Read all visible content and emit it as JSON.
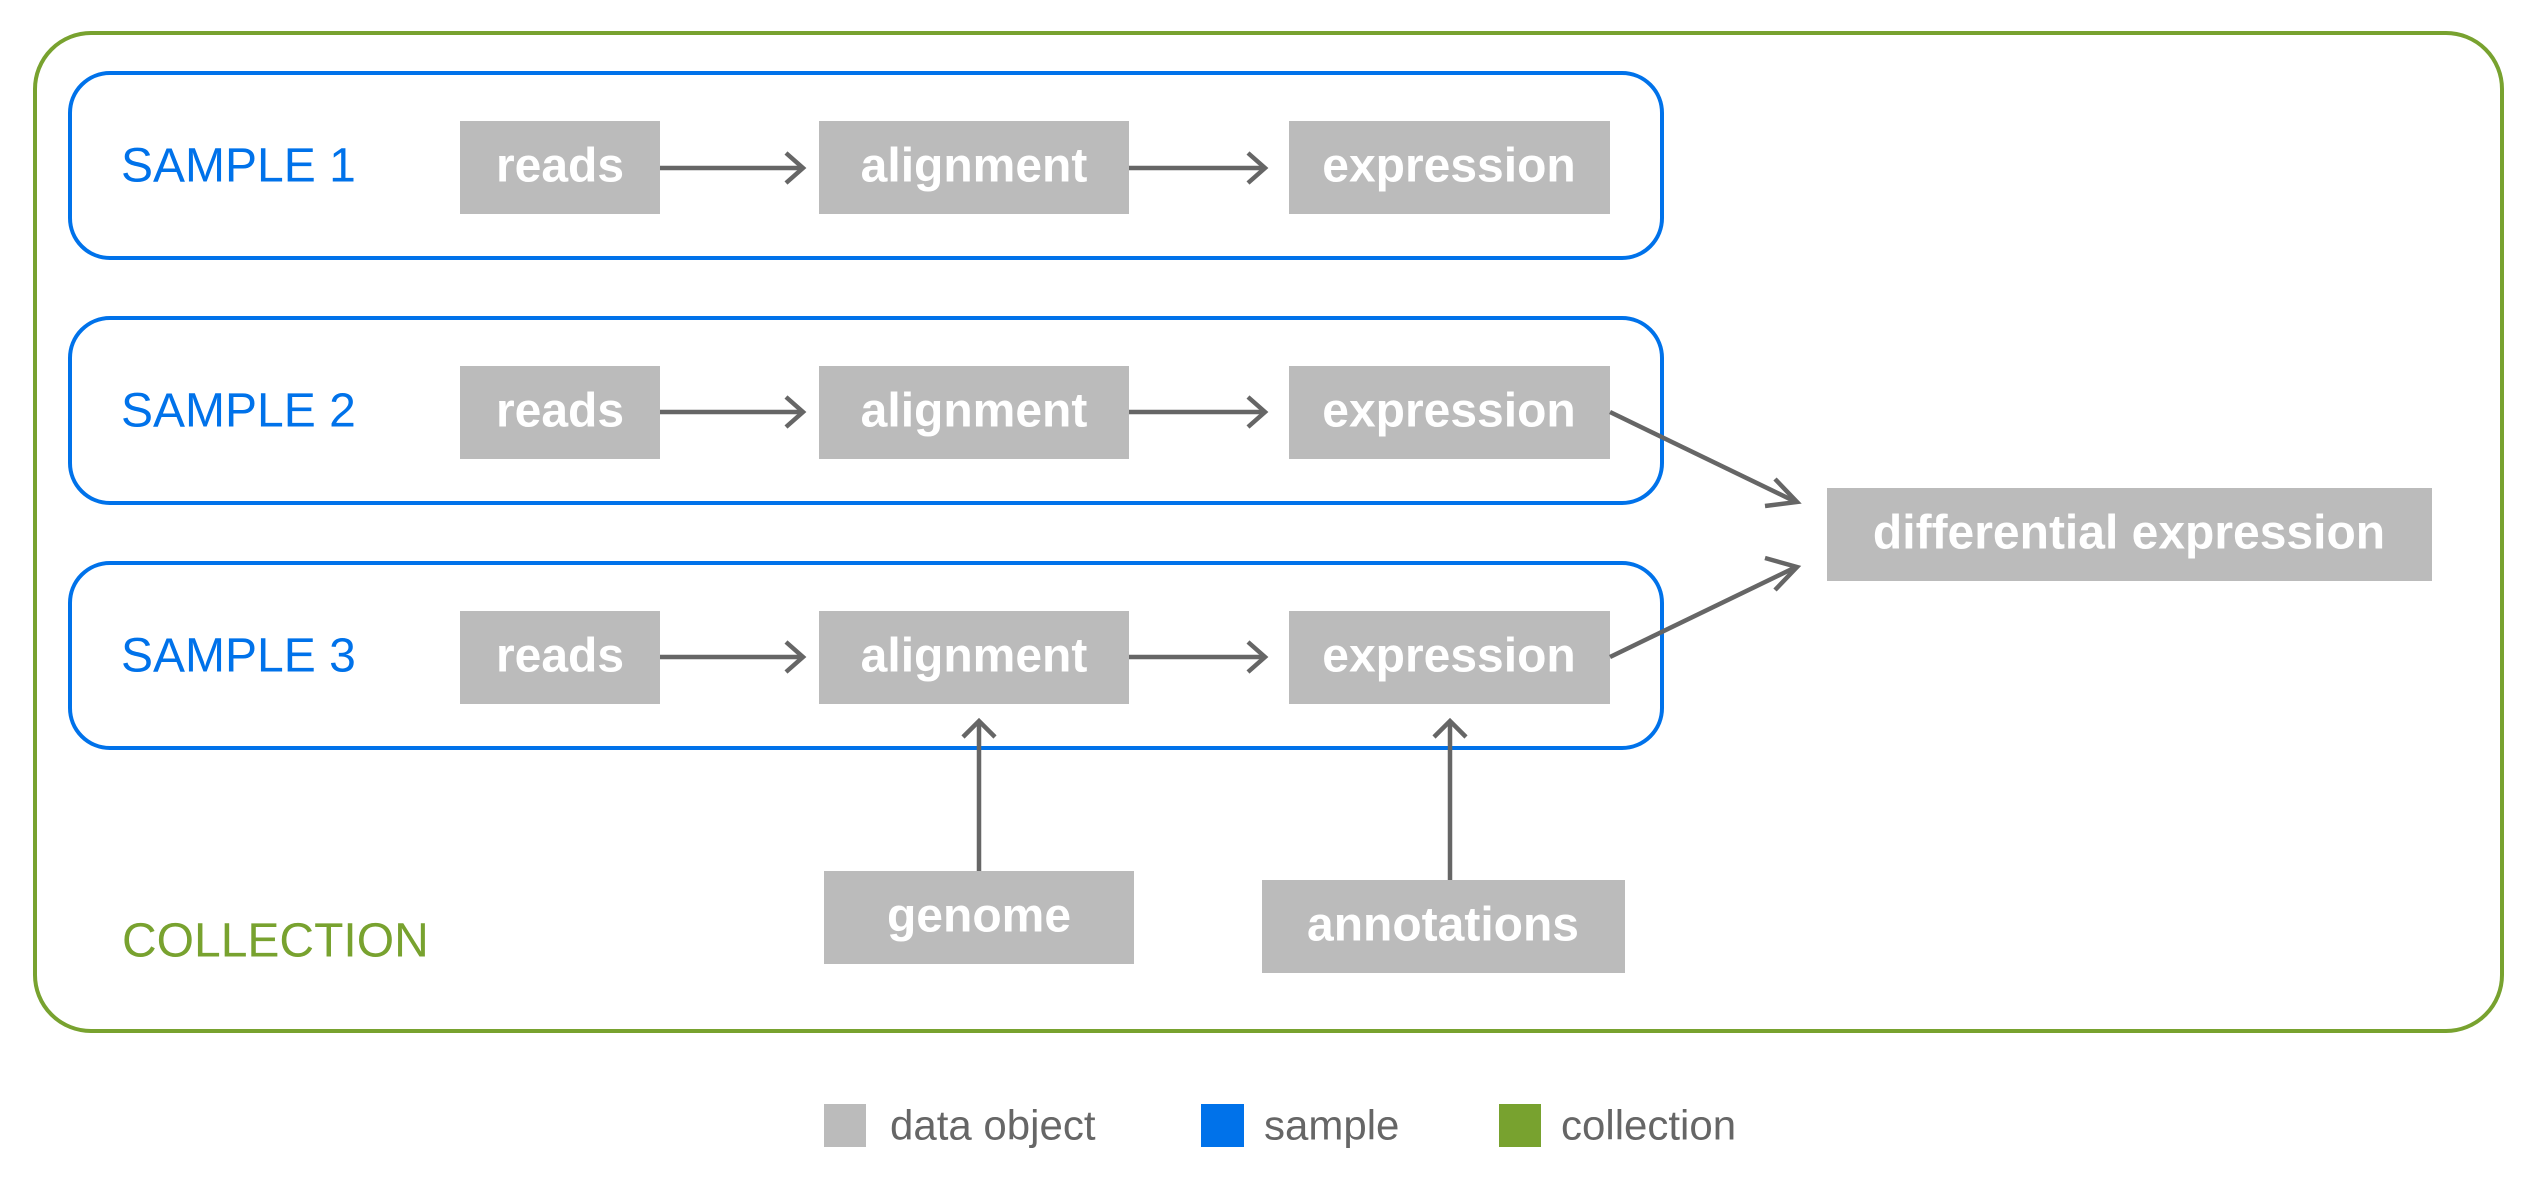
{
  "colors": {
    "data_object": "#BBBBBB",
    "sample": "#0072EA",
    "collection": "#78A22F",
    "edge": "#666666"
  },
  "collection": {
    "label": "COLLECTION"
  },
  "samples": [
    {
      "label": "SAMPLE 1",
      "nodes": [
        "reads",
        "alignment",
        "expression"
      ]
    },
    {
      "label": "SAMPLE 2",
      "nodes": [
        "reads",
        "alignment",
        "expression"
      ]
    },
    {
      "label": "SAMPLE 3",
      "nodes": [
        "reads",
        "alignment",
        "expression"
      ]
    }
  ],
  "shared_inputs": {
    "genome": "genome",
    "annotations": "annotations"
  },
  "output": {
    "label": "differential expression"
  },
  "edges": [
    {
      "from": "sample1.reads",
      "to": "sample1.alignment"
    },
    {
      "from": "sample1.alignment",
      "to": "sample1.expression"
    },
    {
      "from": "sample2.reads",
      "to": "sample2.alignment"
    },
    {
      "from": "sample2.alignment",
      "to": "sample2.expression"
    },
    {
      "from": "sample3.reads",
      "to": "sample3.alignment"
    },
    {
      "from": "sample3.alignment",
      "to": "sample3.expression"
    },
    {
      "from": "sample2.expression",
      "to": "differential_expression"
    },
    {
      "from": "sample3.expression",
      "to": "differential_expression"
    },
    {
      "from": "genome",
      "to": "sample3.alignment"
    },
    {
      "from": "annotations",
      "to": "sample3.expression"
    }
  ],
  "legend": [
    {
      "label": "data object",
      "kind": "data_object"
    },
    {
      "label": "sample",
      "kind": "sample"
    },
    {
      "label": "collection",
      "kind": "collection"
    }
  ]
}
